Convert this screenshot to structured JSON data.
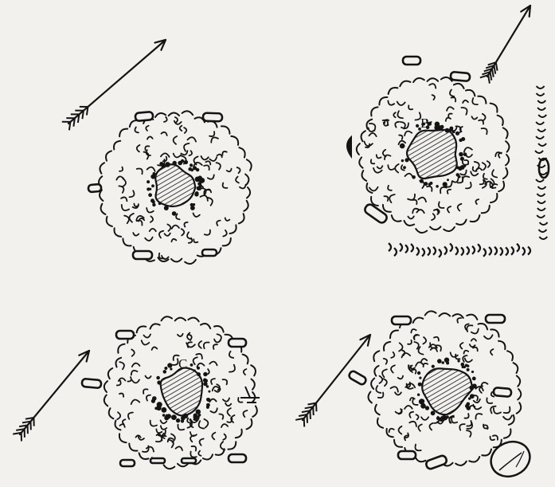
{
  "figures": [
    {
      "id": "A",
      "label": "",
      "arrow": "up-right",
      "marker": "none"
    },
    {
      "id": "B",
      "label": "B",
      "arrow": "up-right",
      "marker": "half-disc-left"
    },
    {
      "id": "C",
      "label": "C",
      "arrow": "up-right",
      "marker": "tick-right"
    },
    {
      "id": "D",
      "label": "",
      "arrow": "up-right",
      "marker": "rock-bottom-right"
    }
  ],
  "colors": {
    "ink": "#141414",
    "paper": "#f2f1ee"
  }
}
